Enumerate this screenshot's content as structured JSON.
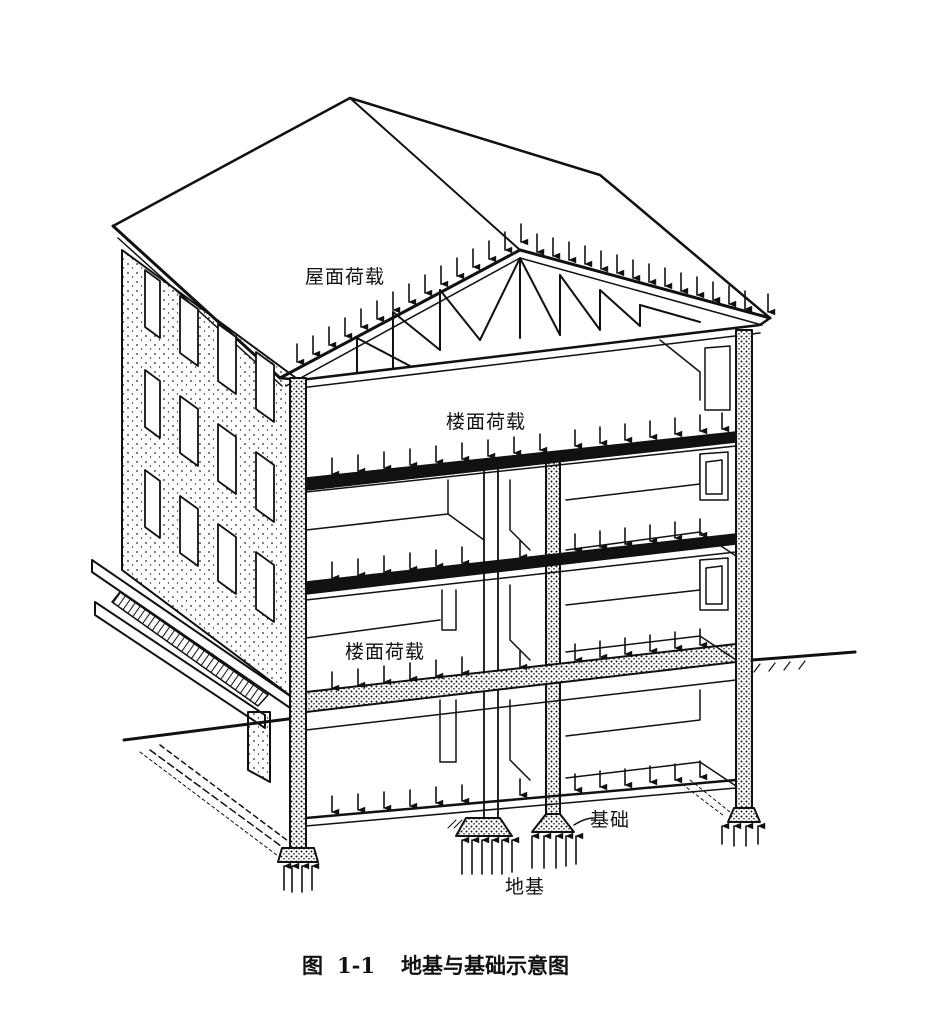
{
  "figure": {
    "number_prefix": "图",
    "number": "1-1",
    "title": "地基与基础示意图"
  },
  "labels": {
    "roof_load": "屋面荷载",
    "upper_floor_load": "楼面荷载",
    "lower_floor_load": "楼面荷载",
    "foundation": "基础",
    "subgrade": "地基"
  },
  "colors": {
    "ink": "#111111",
    "paper": "#ffffff"
  }
}
